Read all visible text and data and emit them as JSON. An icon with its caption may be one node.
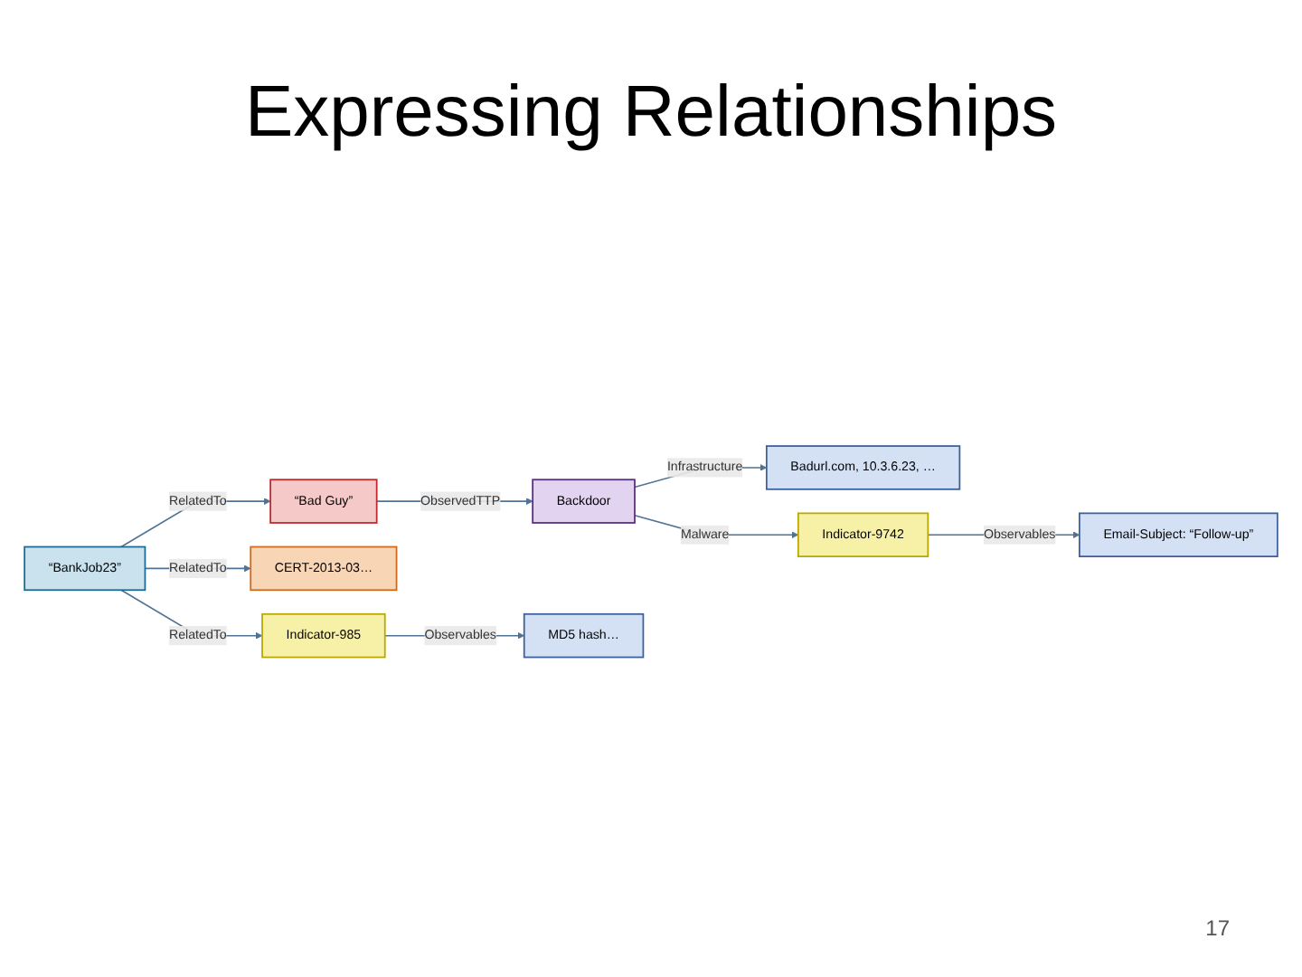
{
  "diagram": {
    "title": "Expressing Relationships",
    "nodes": [
      {
        "text": [
          "“Bad Guy”"
        ]
      },
      {
        "text": [
          "Backdoor"
        ]
      },
      {
        "text": [
          "Badurl.com, 10.3.6.23, …"
        ]
      },
      {
        "text": [
          "Indicator-9742"
        ]
      },
      {
        "text": [
          "Email-Subject: “Follow-up”"
        ]
      },
      {
        "text": [
          "CERT-2013-03…"
        ]
      },
      {
        "text": [
          "“BankJob23”"
        ]
      },
      {
        "text": [
          "Indicator-985"
        ]
      },
      {
        "text": [
          "MD5 hash…"
        ]
      }
    ],
    "edges": [
      {
        "from": 0,
        "to": 1,
        "label": "ObservedTTP",
        "arrow": "to"
      },
      {
        "from": 1,
        "to": 2,
        "label": "Infrastructure",
        "arrow": "to"
      },
      {
        "from": 1,
        "to": 3,
        "label": "Malware",
        "arrow": "to"
      },
      {
        "from": 3,
        "to": 4,
        "label": "Observables",
        "arrow": "to"
      },
      {
        "from": 6,
        "to": 0,
        "label": "RelatedTo",
        "arrow": "to"
      },
      {
        "from": 6,
        "to": 5,
        "label": "RelatedTo",
        "arrow": "to"
      },
      {
        "from": 6,
        "to": 7,
        "label": "RelatedTo",
        "arrow": "to"
      },
      {
        "from": 7,
        "to": 8,
        "label": "Observables",
        "arrow": "to"
      }
    ],
    "labels": [
      "17"
    ]
  }
}
